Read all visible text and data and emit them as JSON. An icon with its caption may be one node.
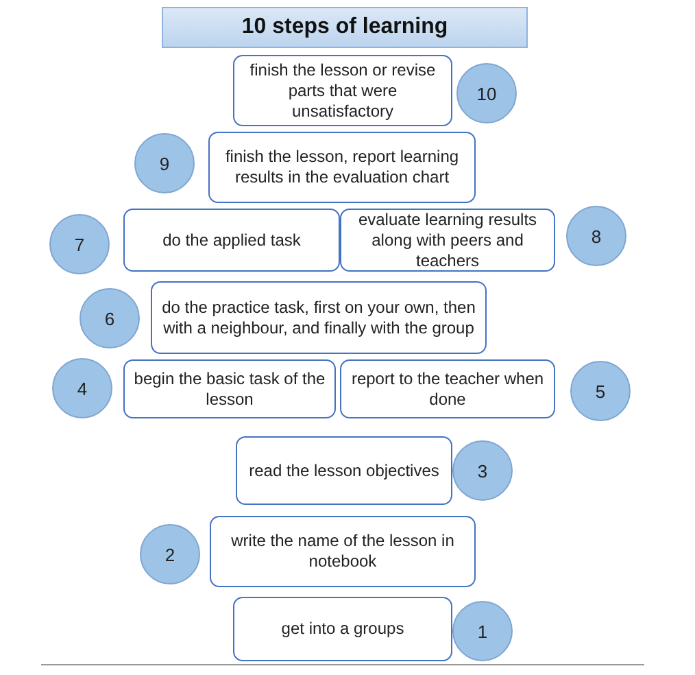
{
  "diagram": {
    "title": "10 steps of learning",
    "nodes": [
      {
        "text": [
          "finish the lesson or revise parts that were unsatisfactory"
        ]
      },
      {
        "text": [
          "10"
        ]
      },
      {
        "text": [
          "9"
        ]
      },
      {
        "text": [
          "finish the lesson, report learning results in the evaluation chart"
        ]
      },
      {
        "text": [
          "7"
        ]
      },
      {
        "text": [
          "do the applied task"
        ]
      },
      {
        "text": [
          "evaluate learning results along with peers and teachers"
        ]
      },
      {
        "text": [
          "8"
        ]
      },
      {
        "text": [
          "6"
        ]
      },
      {
        "text": [
          "do the practice task, first on your own, then with a neighbour, and finally with the group"
        ]
      },
      {
        "text": [
          "4"
        ]
      },
      {
        "text": [
          "begin the basic task of the lesson"
        ]
      },
      {
        "text": [
          "report to the teacher when done"
        ]
      },
      {
        "text": [
          "5"
        ]
      },
      {
        "text": [
          "read the lesson objectives"
        ]
      },
      {
        "text": [
          "3"
        ]
      },
      {
        "text": [
          "2"
        ]
      },
      {
        "text": [
          "write the name of the lesson in notebook"
        ]
      },
      {
        "text": [
          "get into a groups"
        ]
      },
      {
        "text": [
          "1"
        ]
      }
    ]
  }
}
